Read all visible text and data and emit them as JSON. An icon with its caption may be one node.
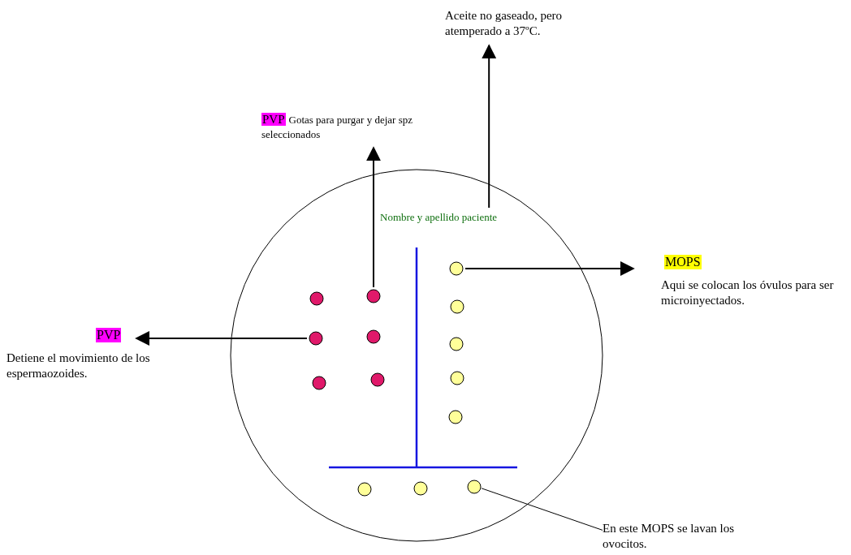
{
  "diagram": {
    "nodes": [
      {
        "text": [
          "Aceite no gaseado, pero atemperado a 37ºC."
        ]
      },
      {
        "text": [
          "PVP",
          "Gotas para purgar y dejar spz seleccionados"
        ]
      },
      {
        "text": [],
        "shape": "circle"
      },
      {
        "text": [
          "Nombre y apellido paciente"
        ],
        "in": 2
      },
      {
        "text": [],
        "shape": "circle",
        "in": 2
      },
      {
        "text": [
          "MOPS",
          "Aqui se colocan los óvulos para ser microinyectados."
        ]
      },
      {
        "text": [],
        "shape": "circle",
        "in": 2
      },
      {
        "text": [],
        "shape": "circle",
        "in": 2
      },
      {
        "text": [],
        "shape": "circle",
        "in": 2
      },
      {
        "text": [
          "PVP",
          "Detiene el movimiento de los espermaozoides."
        ]
      },
      {
        "text": [],
        "shape": "circle",
        "in": 2
      },
      {
        "text": [],
        "shape": "circle",
        "in": 2
      },
      {
        "text": [],
        "shape": "circle",
        "in": 2
      },
      {
        "text": [],
        "shape": "circle",
        "in": 2
      },
      {
        "text": [],
        "shape": "circle",
        "in": 2
      },
      {
        "text": [],
        "shape": "circle",
        "in": 2
      },
      {
        "text": [],
        "shape": "circle",
        "in": 2
      },
      {
        "text": [],
        "shape": "circle",
        "in": 2
      },
      {
        "text": [],
        "shape": "circle",
        "in": 2
      },
      {
        "text": [],
        "shape": "circle",
        "in": 2
      },
      {
        "text": [
          "En este MOPS se lavan los ovocitos."
        ]
      }
    ],
    "edges": [
      {
        "from": 3,
        "to": 0,
        "arrow": "to"
      },
      {
        "from": 7,
        "to": 1,
        "arrow": "to"
      },
      {
        "from": 4,
        "to": 5,
        "arrow": "to"
      },
      {
        "from": 10,
        "to": 9,
        "arrow": "to"
      },
      {
        "from": 20,
        "to": 19,
        "arrow": "none"
      }
    ]
  }
}
